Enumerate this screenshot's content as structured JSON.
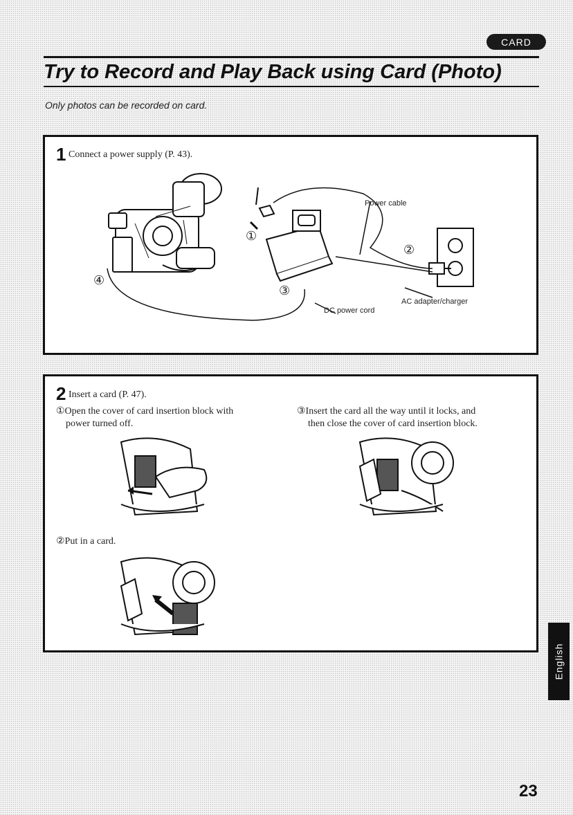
{
  "header": {
    "badge": "CARD",
    "title": "Try to Record and Play Back using Card (Photo)",
    "subtitle": "Only photos can be recorded on card."
  },
  "step1": {
    "number": "1",
    "text": "Connect a power supply (P. 43).",
    "callouts": {
      "power_cable": "Power cable",
      "ac_adapter": "AC adapter/charger",
      "dc_cord": "DC power cord"
    },
    "markers": [
      "①",
      "②",
      "③",
      "④"
    ]
  },
  "step2": {
    "number": "2",
    "text": "Insert a card (P. 47).",
    "sub1_line1": "①Open the cover of card insertion block with",
    "sub1_line2": "power turned off.",
    "sub2": "②Put in a card.",
    "sub3_line1": "③Insert the card all the way until it locks, and",
    "sub3_line2": "then close the cover of card insertion block."
  },
  "side_tab": "English",
  "page_number": "23"
}
